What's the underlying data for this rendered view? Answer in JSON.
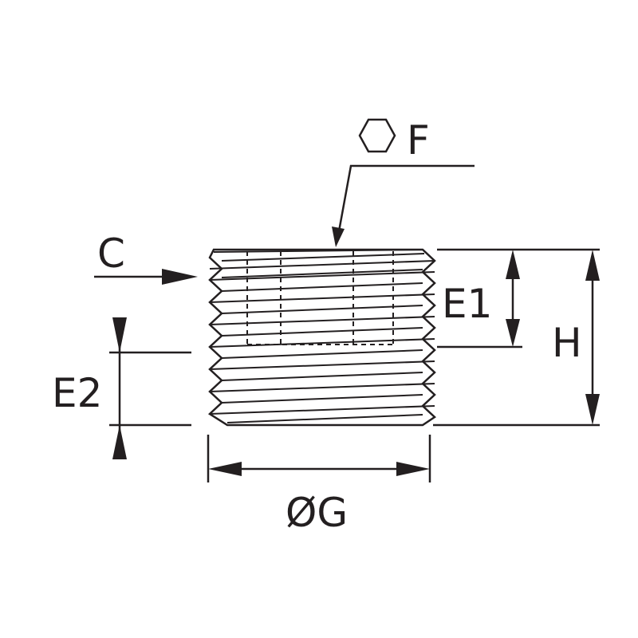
{
  "labels": {
    "c": "C",
    "f": "F",
    "e1": "E1",
    "e2": "E2",
    "h": "H",
    "g": "ØG"
  },
  "icons": {
    "hex": "hexagon-icon"
  },
  "colors": {
    "line": "#231f20",
    "background": "#ffffff"
  }
}
